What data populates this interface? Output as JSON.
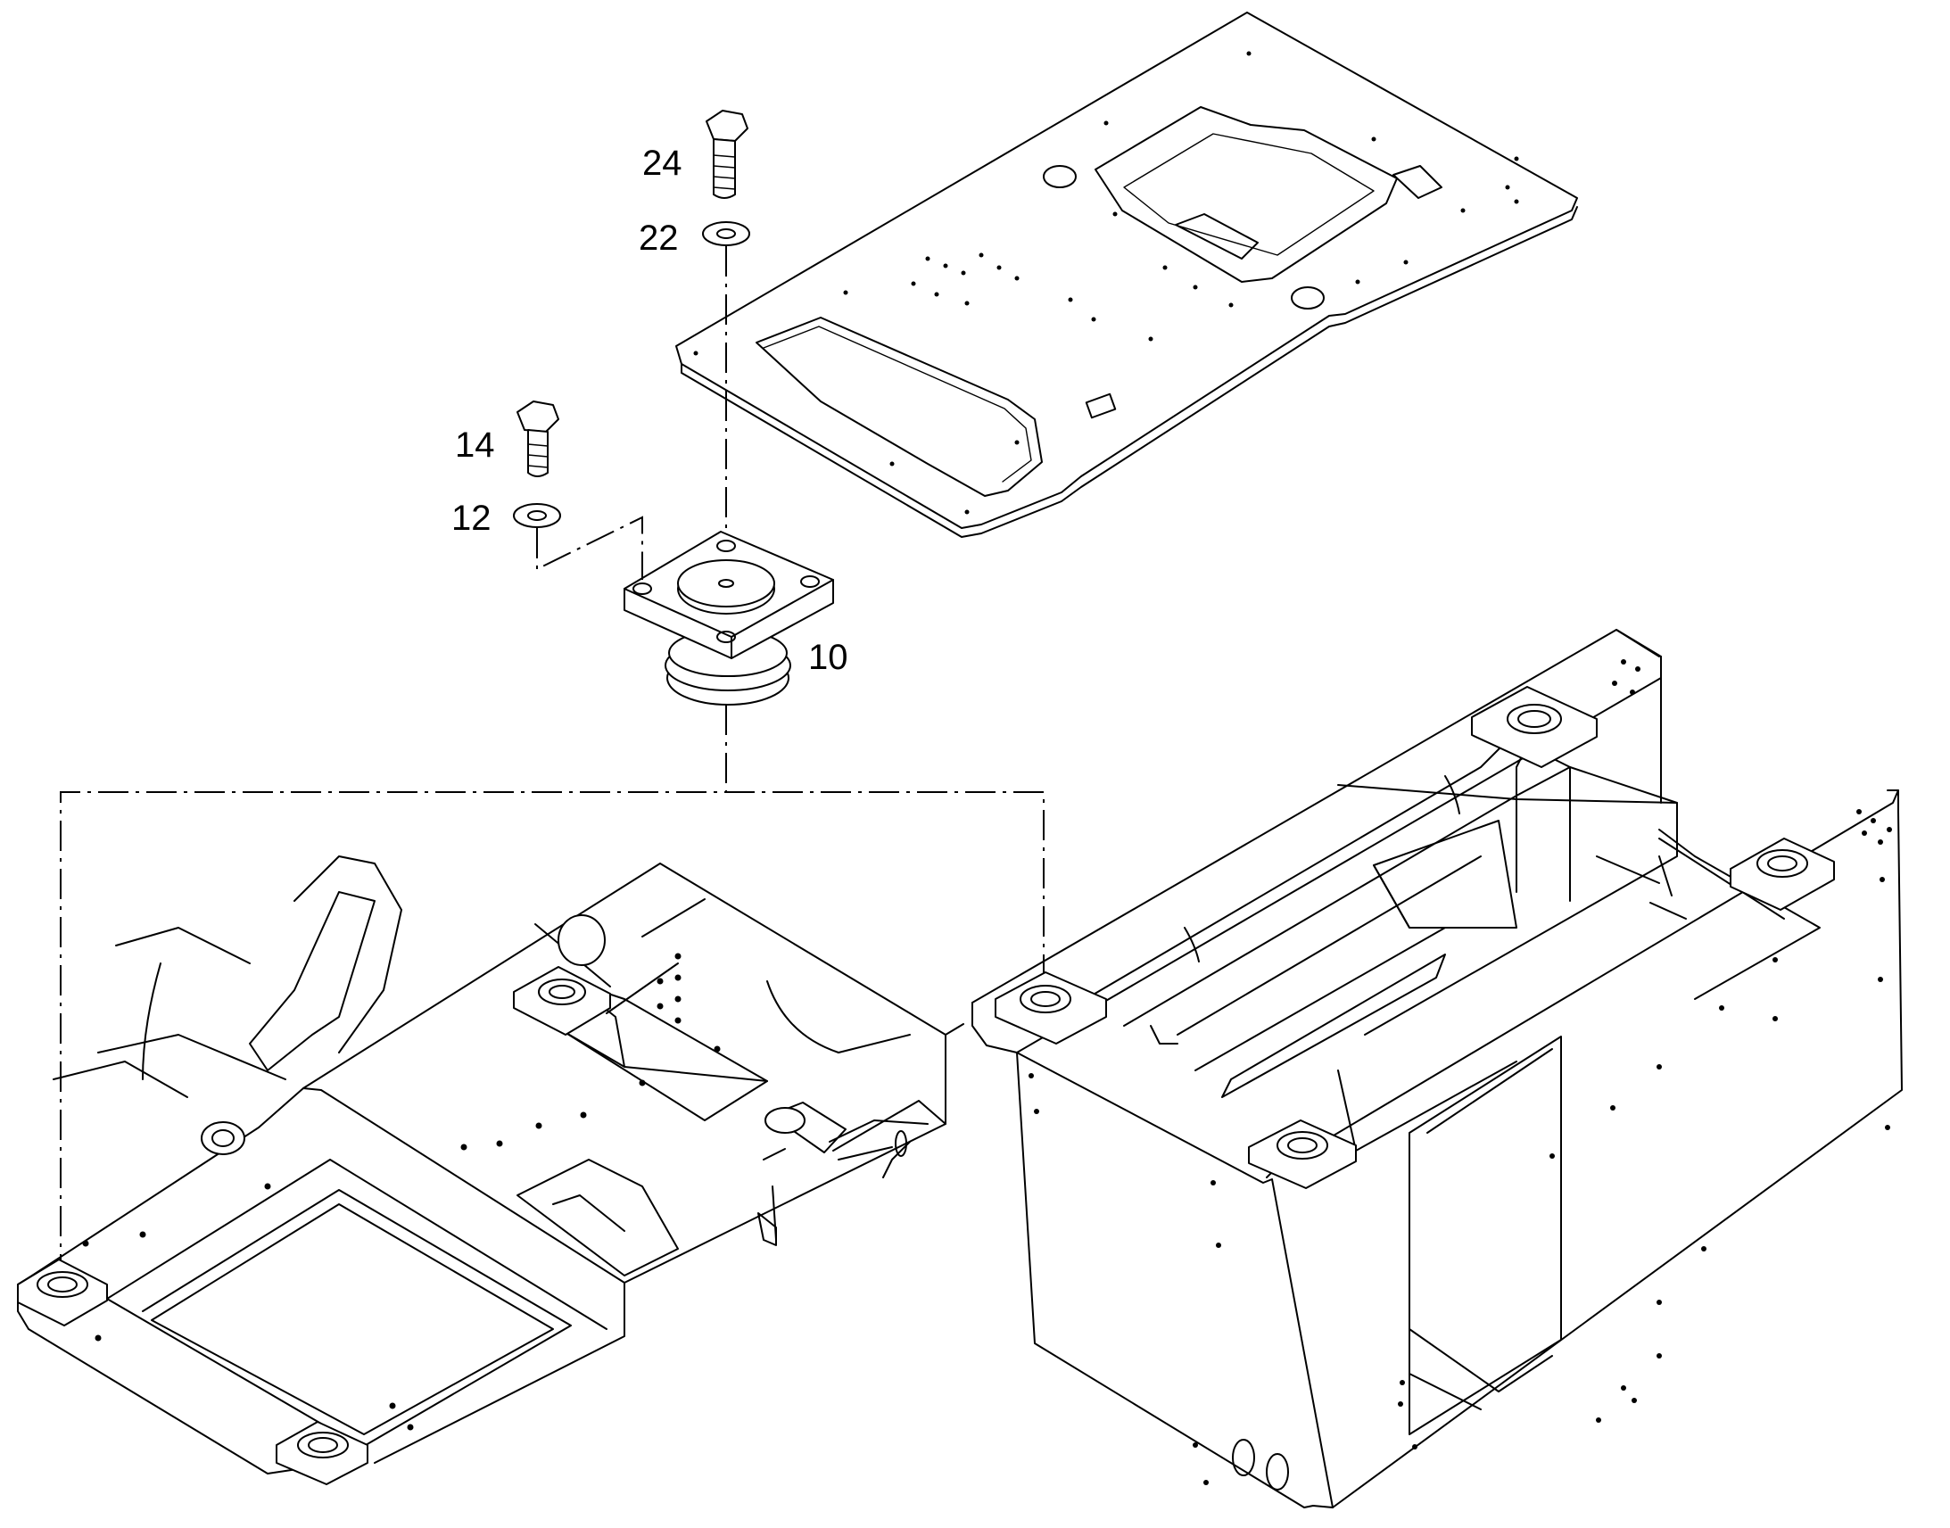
{
  "diagram": {
    "callouts": [
      {
        "id": "24",
        "part": "bolt-large"
      },
      {
        "id": "22",
        "part": "washer-large"
      },
      {
        "id": "14",
        "part": "bolt-small"
      },
      {
        "id": "12",
        "part": "washer-small"
      },
      {
        "id": "10",
        "part": "vibration-mount"
      }
    ]
  }
}
